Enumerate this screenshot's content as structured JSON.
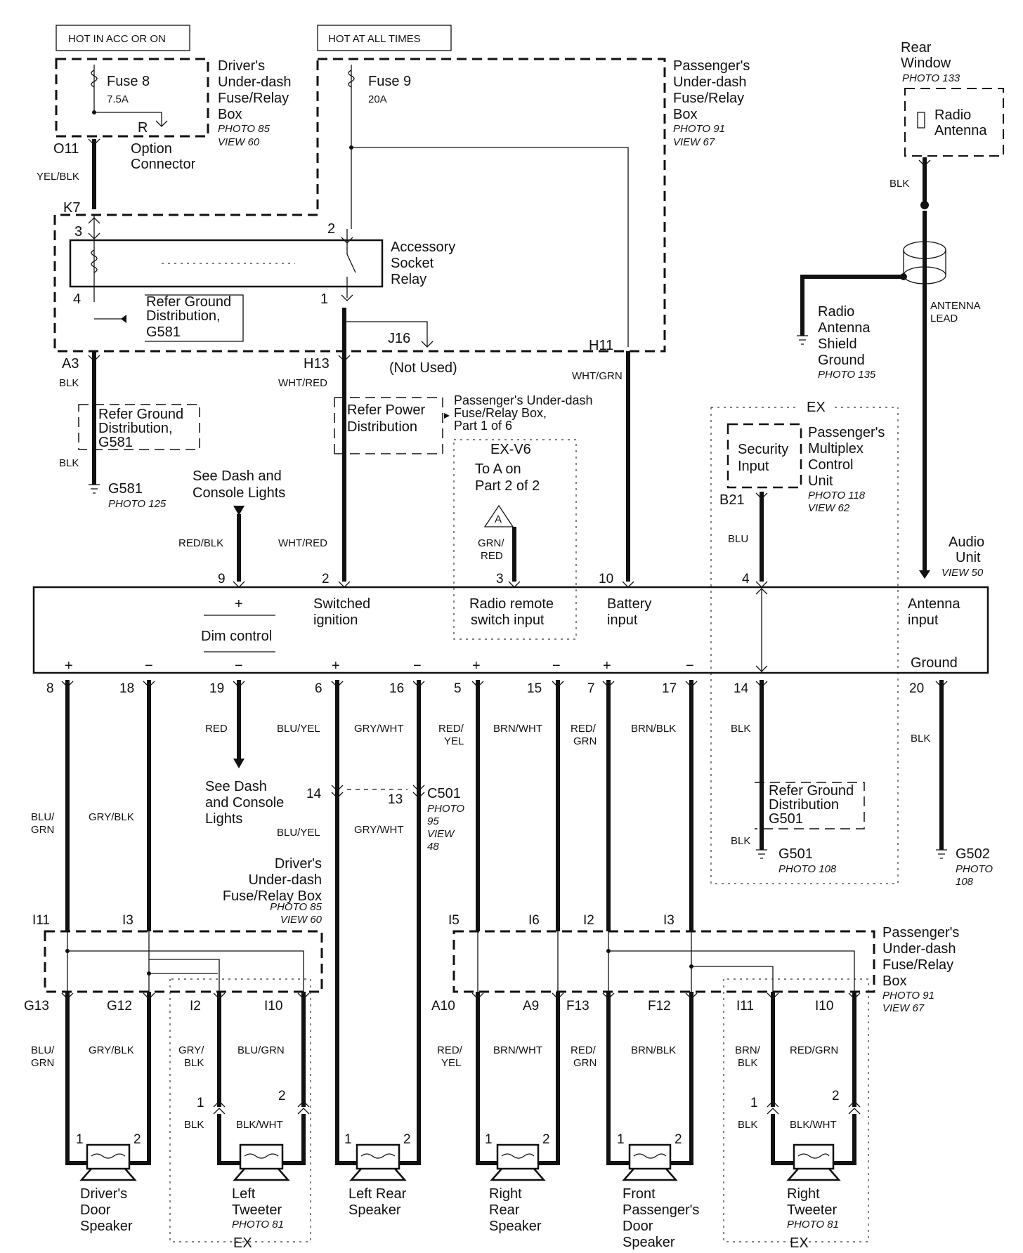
{
  "notes": {
    "hot_acc": "HOT IN ACC OR ON",
    "hot_all": "HOT AT ALL TIMES"
  },
  "fuse8": {
    "name": "Fuse 8",
    "rating": "7.5A"
  },
  "fuse9": {
    "name": "Fuse 9",
    "rating": "20A"
  },
  "driver_box_top": [
    "Driver's",
    "Under-dash",
    "Fuse/Relay",
    "Box"
  ],
  "driver_box_top_photo": [
    "PHOTO 85",
    "VIEW 60"
  ],
  "pass_box_top": [
    "Passenger's",
    "Under-dash",
    "Fuse/Relay",
    "Box"
  ],
  "pass_box_top_photo": [
    "PHOTO 91",
    "VIEW 67"
  ],
  "rear_window": [
    "Rear",
    "Window"
  ],
  "rear_window_photo": "PHOTO 133",
  "radio_antenna": [
    "Radio",
    "Antenna"
  ],
  "option_connector": {
    "label": [
      "Option",
      "Connector"
    ],
    "r": "R"
  },
  "relay": {
    "label": [
      "Accessory",
      "Socket",
      "Relay"
    ]
  },
  "refer_ground_relay": [
    "Refer Ground",
    "Distribution,",
    "G581"
  ],
  "refer_ground_a3": [
    "Refer Ground",
    "Distribution,",
    "G581"
  ],
  "refer_power": [
    "Refer Power",
    "Distribution"
  ],
  "pass_part": [
    "Passenger's Under-dash",
    "Fuse/Relay Box,",
    "Part 1 of 6"
  ],
  "ex_v6": {
    "title": "EX-V6",
    "lines": [
      "To A on",
      "Part 2 of 2"
    ],
    "marker": "A"
  },
  "j16": {
    "pin": "J16",
    "note": "(Not Used)"
  },
  "g581": {
    "name": "G581",
    "photo": "PHOTO 125"
  },
  "see_dash_top": [
    "See Dash and",
    "Console Lights"
  ],
  "see_dash_bottom": [
    "See Dash",
    "and Console",
    "Lights"
  ],
  "shield_ground": [
    "Radio",
    "Antenna",
    "Shield",
    "Ground"
  ],
  "shield_ground_photo": "PHOTO 135",
  "antenna_lead": [
    "ANTENNA",
    "LEAD"
  ],
  "ex_label": "EX",
  "security_input": [
    "Security",
    "Input"
  ],
  "multiplex": [
    "Passenger's",
    "Multiplex",
    "Control",
    "Unit"
  ],
  "multiplex_photo": [
    "PHOTO 118",
    "VIEW 62"
  ],
  "audio_unit": {
    "name": [
      "Audio",
      "Unit"
    ],
    "view": "VIEW 50"
  },
  "audio_inputs": {
    "dim_plus": "+",
    "dim_control": "Dim control",
    "dim_minus": "−",
    "switched": [
      "Switched",
      "ignition"
    ],
    "radio_remote": [
      "Radio remote",
      "switch input"
    ],
    "battery": [
      "Battery",
      "input"
    ],
    "antenna": [
      "Antenna",
      "input"
    ],
    "ground": "Ground"
  },
  "top_pins": {
    "o11": "O11",
    "k7": "K7",
    "p3": "3",
    "p2": "2",
    "p4": "4",
    "p1": "1",
    "a3": "A3",
    "h13": "H13",
    "h11": "H11",
    "b21": "B21",
    "u9": "9",
    "u2": "2",
    "u3": "3",
    "u10": "10",
    "u4": "4"
  },
  "top_wires": {
    "yel_blk": "YEL/BLK",
    "blk_a3": "BLK",
    "blk_a3b": "BLK",
    "wht_red_h13": "WHT/RED",
    "wht_grn": "WHT/GRN",
    "red_blk": "RED/BLK",
    "wht_red_2": "WHT/RED",
    "grn_red": [
      "GRN/",
      "RED"
    ],
    "blu": "BLU",
    "blk_ant": "BLK"
  },
  "bottom_pins": [
    "8",
    "18",
    "19",
    "6",
    "16",
    "5",
    "15",
    "7",
    "17",
    "14",
    "20"
  ],
  "bottom_polarity": [
    "+",
    "−",
    "−",
    "+",
    "−",
    "+",
    "−",
    "+",
    "−"
  ],
  "bottom_wires": {
    "w8": [
      "BLU/",
      "GRN"
    ],
    "w18": "GRY/BLK",
    "w19": "RED",
    "w6": "BLU/YEL",
    "w16": "GRY/WHT",
    "w5": [
      "RED/",
      "YEL"
    ],
    "w15": "BRN/WHT",
    "w7": [
      "RED/",
      "GRN"
    ],
    "w17": "BRN/BLK",
    "w14": "BLK",
    "w20": "BLK"
  },
  "c501": {
    "name": "C501",
    "pin14": "14",
    "pin13": "13",
    "info": [
      "PHOTO",
      "95",
      "VIEW",
      "48"
    ],
    "w_a": "BLU/YEL",
    "w_b": "GRY/WHT"
  },
  "g501": {
    "refer": [
      "Refer Ground",
      "Distribution",
      "G501"
    ],
    "wire": "BLK",
    "name": "G501",
    "photo": "PHOTO 108"
  },
  "g502": {
    "name": "G502",
    "photo": [
      "PHOTO",
      "108"
    ]
  },
  "mid_wires": {
    "blu_grn": [
      "BLU/",
      "GRN"
    ],
    "gry_blk": "GRY/BLK"
  },
  "driver_box_low": [
    "Driver's",
    "Under-dash",
    "Fuse/Relay Box"
  ],
  "driver_box_low_photo": [
    "PHOTO 85",
    "VIEW 60"
  ],
  "pass_box_low": [
    "Passenger's",
    "Under-dash",
    "Fuse/Relay",
    "Box"
  ],
  "pass_box_low_photo": [
    "PHOTO 91",
    "VIEW 67"
  ],
  "box_in_pins": [
    "I11",
    "I3",
    "I5",
    "I6",
    "I2",
    "I3"
  ],
  "box_out_pins": [
    "G13",
    "G12",
    "I2",
    "I10",
    "A10",
    "A9",
    "F13",
    "F12",
    "I11",
    "I10"
  ],
  "speaker_wires": {
    "s1": [
      "BLU/",
      "GRN"
    ],
    "s2": "GRY/BLK",
    "s3": [
      "GRY/",
      "BLK"
    ],
    "s4": "BLU/GRN",
    "s5": [
      "RED/",
      "YEL"
    ],
    "s6": "BRN/WHT",
    "s7": [
      "RED/",
      "GRN"
    ],
    "s8": "BRN/BLK",
    "s9": [
      "BRN/",
      "BLK"
    ],
    "s10": "RED/GRN",
    "tw_blk": "BLK",
    "tw_blkwht": "BLK/WHT"
  },
  "tweeter_pins": [
    "1",
    "2"
  ],
  "speaker_pins": [
    "1",
    "2"
  ],
  "speakers": {
    "driver_door": [
      "Driver's",
      "Door",
      "Speaker"
    ],
    "left_tweeter": [
      "Left",
      "Tweeter"
    ],
    "left_rear": [
      "Left Rear",
      "Speaker"
    ],
    "right_rear": [
      "Right",
      "Rear",
      "Speaker"
    ],
    "front_pass": [
      "Front",
      "Passenger's",
      "Door",
      "Speaker"
    ],
    "right_tweeter": [
      "Right",
      "Tweeter"
    ]
  },
  "tweeter_photo": "PHOTO 81"
}
